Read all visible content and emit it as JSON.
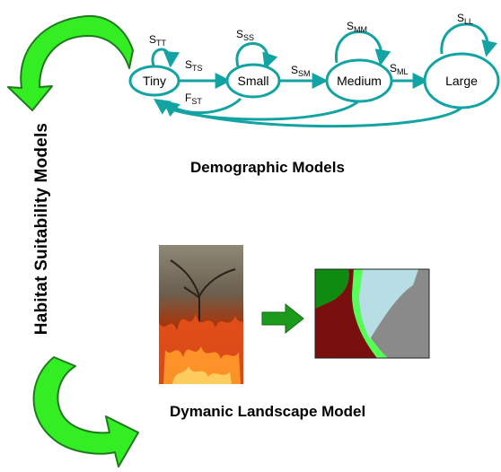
{
  "left_label": "Habitat Suitability Models",
  "demographic_caption": "Demographic Models",
  "landscape_caption": "Dymanic Landscape Model",
  "stages": [
    {
      "id": "tiny",
      "label": "Tiny"
    },
    {
      "id": "small",
      "label": "Small"
    },
    {
      "id": "medium",
      "label": "Medium"
    },
    {
      "id": "large",
      "label": "Large"
    }
  ],
  "transitions": {
    "stt": {
      "base": "S",
      "sub": "TT"
    },
    "sss": {
      "base": "S",
      "sub": "SS"
    },
    "smm": {
      "base": "S",
      "sub": "MM"
    },
    "sll": {
      "base": "S",
      "sub": "LL"
    },
    "sts": {
      "base": "S",
      "sub": "TS"
    },
    "ssm": {
      "base": "S",
      "sub": "SM"
    },
    "sml": {
      "base": "S",
      "sub": "ML"
    },
    "fst": {
      "base": "F",
      "sub": "ST"
    }
  },
  "colors": {
    "node_stroke": "#13a3a3",
    "big_arrow_fill": "#33ee22",
    "big_arrow_stroke": "#1f7a1f",
    "process_arrow": "#1b9a1b",
    "map_dark_green": "#0f8c0f",
    "map_bright_green": "#55ff55",
    "map_maroon": "#7a0f0f",
    "map_light_blue": "#b7dde5",
    "map_gray": "#8a8a8a"
  },
  "icons": {
    "fire_photo": "fire-photo",
    "process_arrow": "right-arrow-icon",
    "landscape_map": "landscape-map"
  }
}
